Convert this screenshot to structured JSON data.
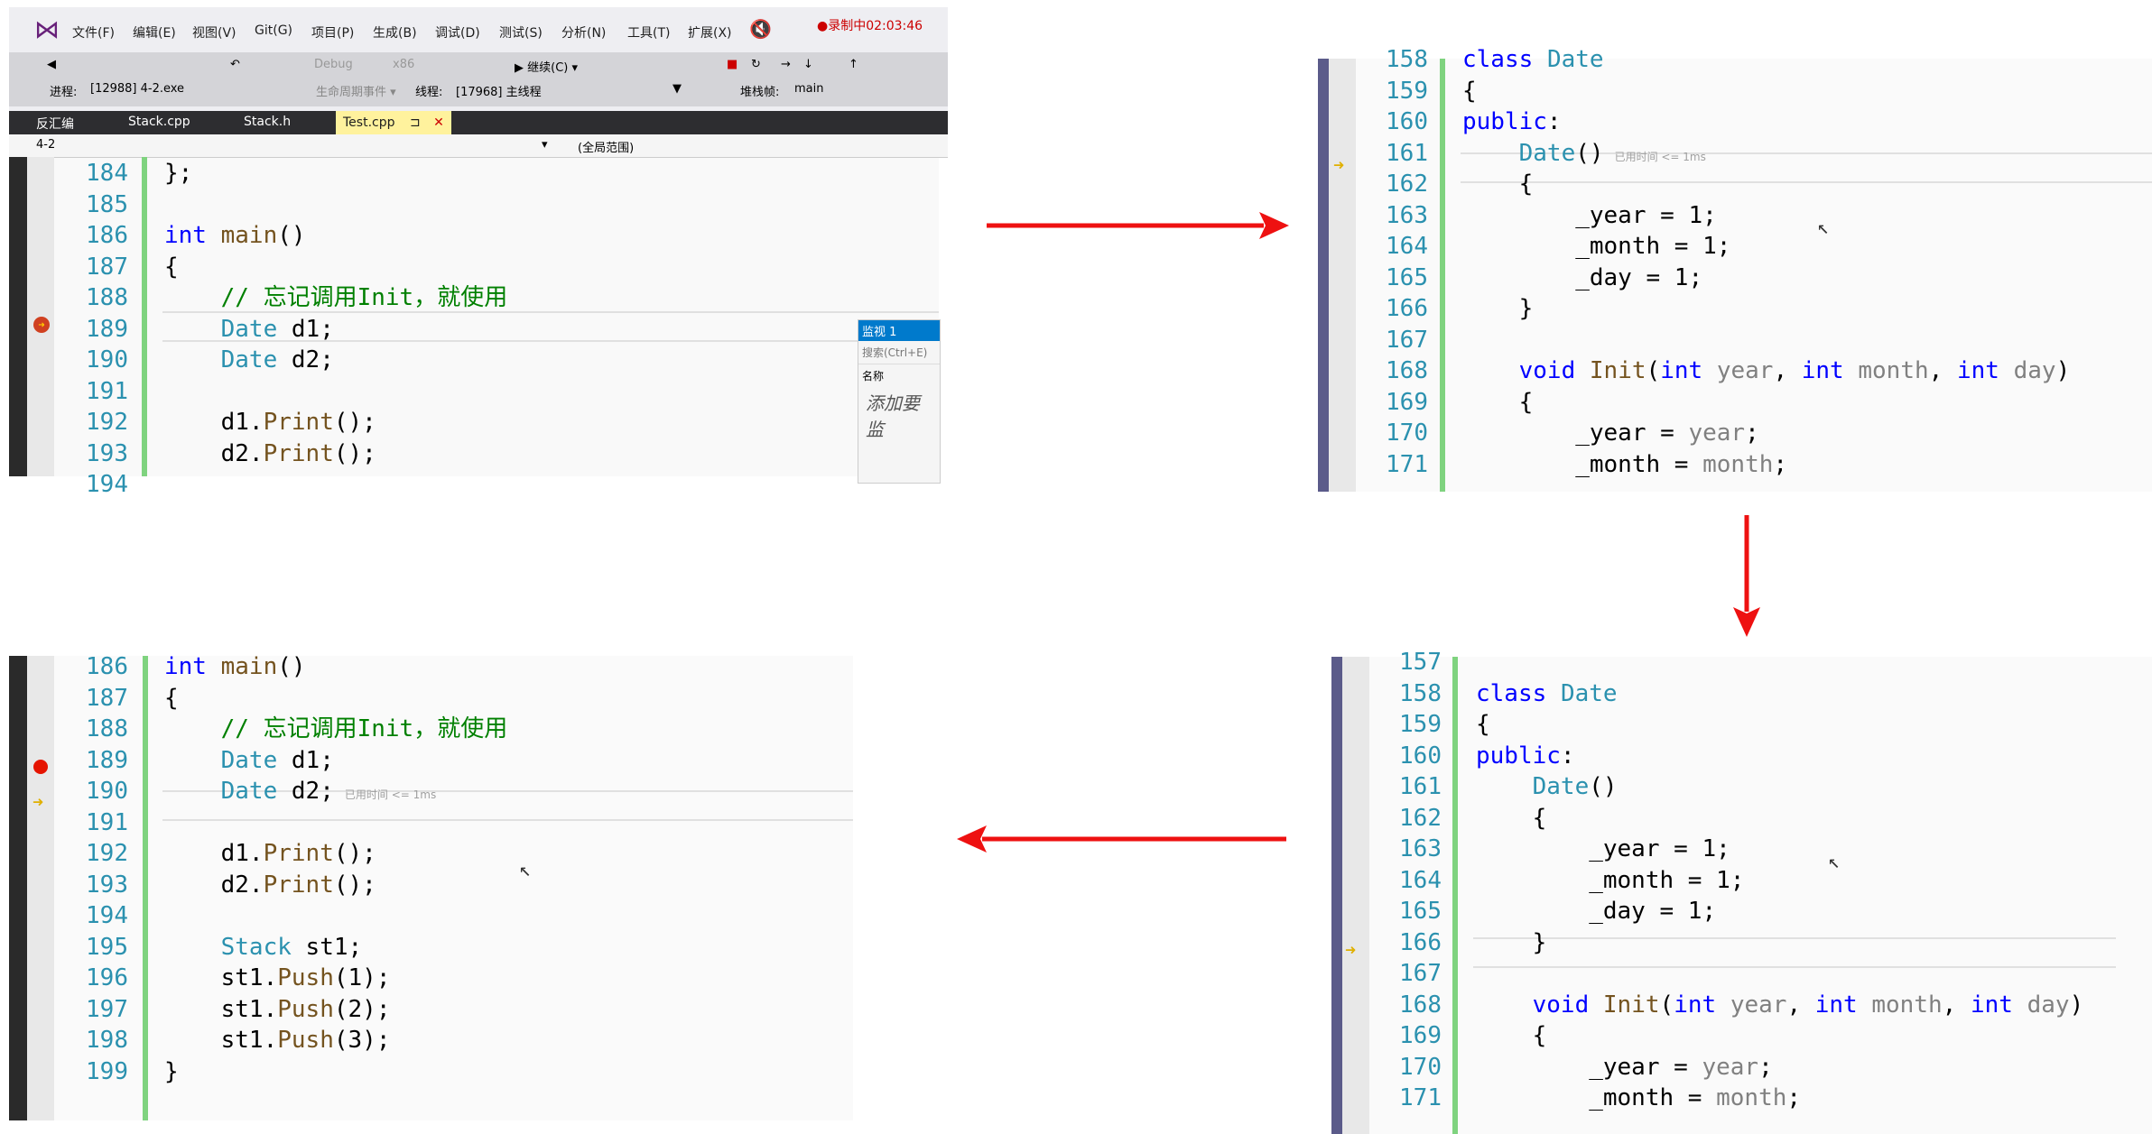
{
  "vs": {
    "menu": [
      "文件(F)",
      "编辑(E)",
      "视图(V)",
      "Git(G)",
      "项目(P)",
      "生成(B)",
      "调试(D)",
      "测试(S)",
      "分析(N)",
      "工具(T)",
      "扩展(X)"
    ],
    "recording": "●录制中02:03:46",
    "toolbar": {
      "continue_label": "▶ 继续(C) ▾",
      "debug_config": "Debug",
      "platform": "x86",
      "process_label": "进程:",
      "process_value": "[12988] 4-2.exe",
      "lifecycle_label": "生命周期事件 ▾",
      "thread_label": "线程:",
      "thread_value": "[17968] 主线程",
      "stack_label": "堆栈帧:",
      "stack_value": "main"
    },
    "tabs": [
      "反汇编",
      "Stack.cpp",
      "Stack.h",
      "Test.cpp"
    ],
    "active_tab_pin": "⊐",
    "active_tab_close": "✕",
    "scope_left": "4-2",
    "scope_right": "(全局范围)",
    "watch": {
      "title": "监视 1",
      "search": "搜索(Ctrl+E)",
      "col_name": "名称",
      "placeholder": "添加要监"
    }
  },
  "panel1": {
    "lines": [
      {
        "n": "184",
        "code": "};"
      },
      {
        "n": "185",
        "code": ""
      },
      {
        "n": "186",
        "code": "int main()"
      },
      {
        "n": "187",
        "code": "{"
      },
      {
        "n": "188",
        "code": "    // 忘记调用Init，就使用"
      },
      {
        "n": "189",
        "code": "    Date d1;"
      },
      {
        "n": "190",
        "code": "    Date d2;"
      },
      {
        "n": "191",
        "code": ""
      },
      {
        "n": "192",
        "code": "    d1.Print();"
      },
      {
        "n": "193",
        "code": "    d2.Print();"
      },
      {
        "n": "194",
        "code": ""
      }
    ]
  },
  "panel2": {
    "lines": [
      {
        "n": "158",
        "code": "class Date"
      },
      {
        "n": "159",
        "code": "{"
      },
      {
        "n": "160",
        "code": "public:"
      },
      {
        "n": "161",
        "code": "    Date()"
      },
      {
        "n": "162",
        "code": "    {"
      },
      {
        "n": "163",
        "code": "        _year = 1;"
      },
      {
        "n": "164",
        "code": "        _month = 1;"
      },
      {
        "n": "165",
        "code": "        _day = 1;"
      },
      {
        "n": "166",
        "code": "    }"
      },
      {
        "n": "167",
        "code": ""
      },
      {
        "n": "168",
        "code": "    void Init(int year, int month, int day)"
      },
      {
        "n": "169",
        "code": "    {"
      },
      {
        "n": "170",
        "code": "        _year = year;"
      },
      {
        "n": "171",
        "code": "        _month = month;"
      }
    ],
    "hint": "已用时间 <= 1ms"
  },
  "panel3": {
    "lines": [
      {
        "n": "157",
        "code": ""
      },
      {
        "n": "158",
        "code": "class Date"
      },
      {
        "n": "159",
        "code": "{"
      },
      {
        "n": "160",
        "code": "public:"
      },
      {
        "n": "161",
        "code": "    Date()"
      },
      {
        "n": "162",
        "code": "    {"
      },
      {
        "n": "163",
        "code": "        _year = 1;"
      },
      {
        "n": "164",
        "code": "        _month = 1;"
      },
      {
        "n": "165",
        "code": "        _day = 1;"
      },
      {
        "n": "166",
        "code": "    }"
      },
      {
        "n": "167",
        "code": ""
      },
      {
        "n": "168",
        "code": "    void Init(int year, int month, int day)"
      },
      {
        "n": "169",
        "code": "    {"
      },
      {
        "n": "170",
        "code": "        _year = year;"
      },
      {
        "n": "171",
        "code": "        _month = month;"
      }
    ]
  },
  "panel4": {
    "lines": [
      {
        "n": "186",
        "code": "int main()"
      },
      {
        "n": "187",
        "code": "{"
      },
      {
        "n": "188",
        "code": "    // 忘记调用Init，就使用"
      },
      {
        "n": "189",
        "code": "    Date d1;"
      },
      {
        "n": "190",
        "code": "    Date d2;"
      },
      {
        "n": "191",
        "code": ""
      },
      {
        "n": "192",
        "code": "    d1.Print();"
      },
      {
        "n": "193",
        "code": "    d2.Print();"
      },
      {
        "n": "194",
        "code": ""
      },
      {
        "n": "195",
        "code": "    Stack st1;"
      },
      {
        "n": "196",
        "code": "    st1.Push(1);"
      },
      {
        "n": "197",
        "code": "    st1.Push(2);"
      },
      {
        "n": "198",
        "code": "    st1.Push(3);"
      },
      {
        "n": "199",
        "code": "}"
      }
    ],
    "hint": "已用时间 <= 1ms"
  },
  "colors": {
    "arrow": "#ee1111",
    "keyword": "#0000ff",
    "type": "#2b91af",
    "comment": "#008000",
    "linenum": "#2b91af",
    "change_bar": "#7fd37f",
    "breakpoint": "#e51400",
    "exec_arrow": "#ffcc00"
  }
}
